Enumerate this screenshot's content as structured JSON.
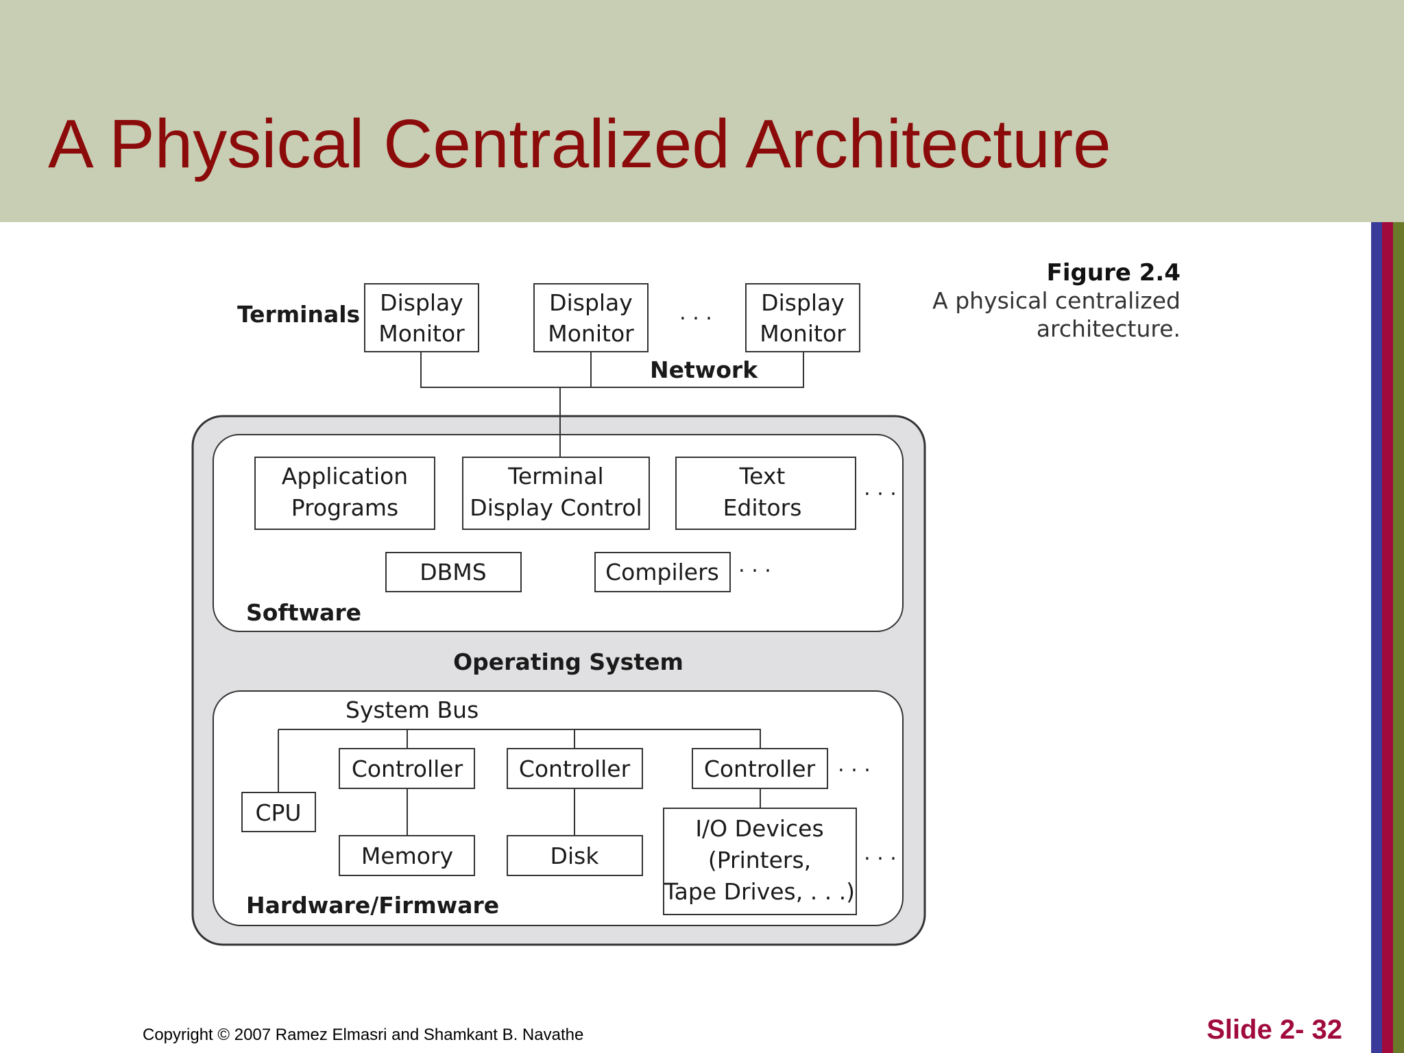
{
  "slide": {
    "title": "A Physical Centralized Architecture",
    "copyright": "Copyright © 2007 Ramez Elmasri and Shamkant B. Navathe",
    "slide_number": "Slide 2- 32",
    "colors": {
      "header_bg": "#c8ceb4",
      "title": "#8b0a0a",
      "slide_number": "#a00a3c",
      "stripe_blue": "#3a3a9a",
      "stripe_red": "#a00a3c",
      "stripe_olive": "#6b7a2a"
    }
  },
  "figure": {
    "number": "Figure 2.4",
    "caption_line1": "A physical centralized",
    "caption_line2": "architecture."
  },
  "diagram": {
    "terminals_label": "Terminals",
    "network_label": "Network",
    "ellipsis": ". . .",
    "monitors": [
      {
        "line1": "Display",
        "line2": "Monitor"
      },
      {
        "line1": "Display",
        "line2": "Monitor"
      },
      {
        "line1": "Display",
        "line2": "Monitor"
      }
    ],
    "software": {
      "label": "Software",
      "app_programs": {
        "line1": "Application",
        "line2": "Programs"
      },
      "terminal_display": {
        "line1": "Terminal",
        "line2": "Display Control"
      },
      "text_editors": {
        "line1": "Text",
        "line2": "Editors"
      },
      "dbms": "DBMS",
      "compilers": "Compilers"
    },
    "os_label": "Operating System",
    "hardware": {
      "label": "Hardware/Firmware",
      "system_bus": "System Bus",
      "cpu": "CPU",
      "controller": "Controller",
      "memory": "Memory",
      "disk": "Disk",
      "io_devices": {
        "line1": "I/O Devices",
        "line2": "(Printers,",
        "line3": "Tape Drives, . . .)"
      }
    }
  }
}
